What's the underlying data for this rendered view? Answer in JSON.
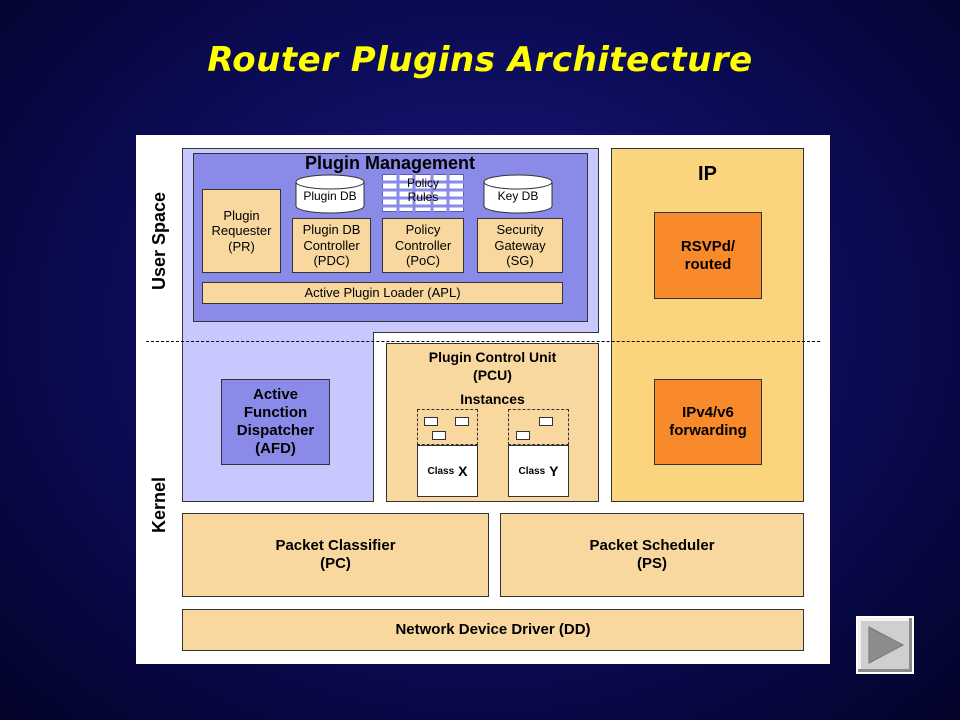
{
  "slide": {
    "title": "Router Plugins Architecture"
  },
  "diagram": {
    "labels": {
      "user_space": "User Space",
      "kernel": "Kernel"
    },
    "plugin_management": {
      "title": "Plugin Management",
      "plugin_db": "Plugin DB",
      "policy_rules": "Policy\nRules",
      "key_db": "Key DB",
      "plugin_requester": "Plugin\nRequester\n(PR)",
      "plugin_db_controller": "Plugin DB\nController\n(PDC)",
      "policy_controller": "Policy\nController\n(PoC)",
      "security_gateway": "Security\nGateway\n(SG)",
      "apl": "Active Plugin Loader (APL)"
    },
    "ip": {
      "title": "IP",
      "rsvpd": "RSVPd/\nrouted",
      "forwarding": "IPv4/v6\nforwarding"
    },
    "afd": "Active\nFunction\nDispatcher\n(AFD)",
    "pcu": {
      "title": "Plugin Control Unit\n(PCU)",
      "instances": "Instances",
      "class_x_prefix": "Class",
      "class_x_letter": "X",
      "class_y_prefix": "Class",
      "class_y_letter": "Y"
    },
    "packet_classifier": "Packet Classifier\n(PC)",
    "packet_scheduler": "Packet Scheduler\n(PS)",
    "device_driver": "Network Device Driver (DD)"
  },
  "colors": {
    "light_orange": "#fbd47e",
    "tan": "#f9d8a0",
    "orange": "#f98a2b",
    "blue_purple": "#8a8ae8",
    "light_purple": "#c8c8ff",
    "title_yellow": "#ffff00"
  },
  "navigation": {
    "next_icon": "play-triangle"
  }
}
